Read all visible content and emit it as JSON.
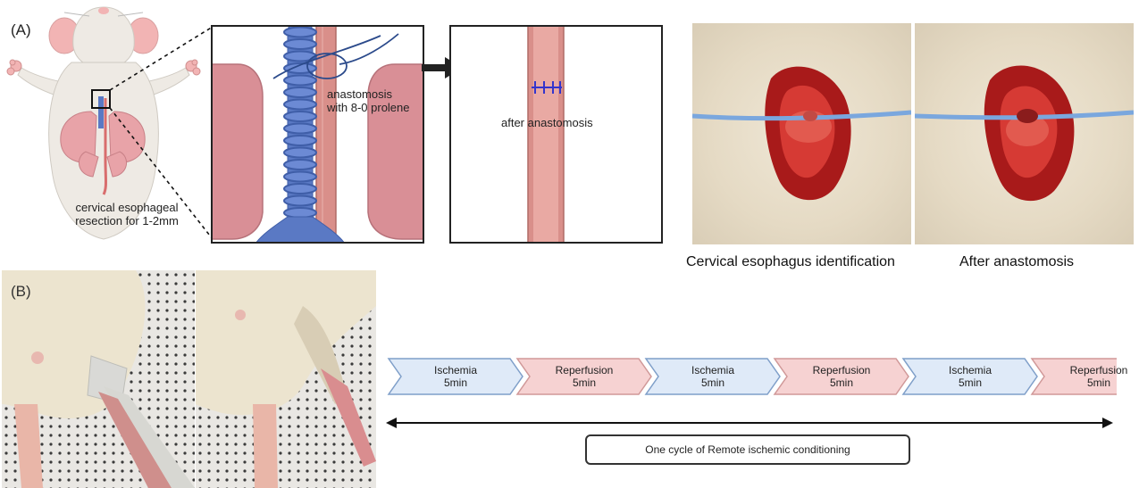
{
  "panel_a": {
    "label": "(A)",
    "rat_caption_line1": "cervical esophageal",
    "rat_caption_line2": "resection for 1-2mm",
    "zoom_caption_line1": "anastomosis",
    "zoom_caption_line2": "with 8-0 prolene",
    "after_caption": "after anastomosis",
    "photo_caption_left": "Cervical esophagus identification",
    "photo_caption_right": "After anastomosis"
  },
  "panel_b": {
    "label": "(B)",
    "steps": [
      {
        "line1": "Ischemia",
        "line2": "5min",
        "kind": "ischemia"
      },
      {
        "line1": "Reperfusion",
        "line2": "5min",
        "kind": "reperfusion"
      },
      {
        "line1": "Ischemia",
        "line2": "5min",
        "kind": "ischemia"
      },
      {
        "line1": "Reperfusion",
        "line2": "5min",
        "kind": "reperfusion"
      },
      {
        "line1": "Ischemia",
        "line2": "5min",
        "kind": "ischemia"
      },
      {
        "line1": "Reperfusion",
        "line2": "5min",
        "kind": "reperfusion"
      }
    ],
    "cycle_label": "One cycle of Remote ischemic conditioning"
  },
  "colors": {
    "ischemia_fill": "#dfeaf8",
    "ischemia_stroke": "#7f9fc9",
    "reperfusion_fill": "#f6d2d2",
    "reperfusion_stroke": "#d09898",
    "trachea": "#5a79c4",
    "lung": "#d98f96",
    "esophagus": "#d98f8a",
    "suture": "#3a3acb",
    "tissue": "#c81e1e"
  }
}
